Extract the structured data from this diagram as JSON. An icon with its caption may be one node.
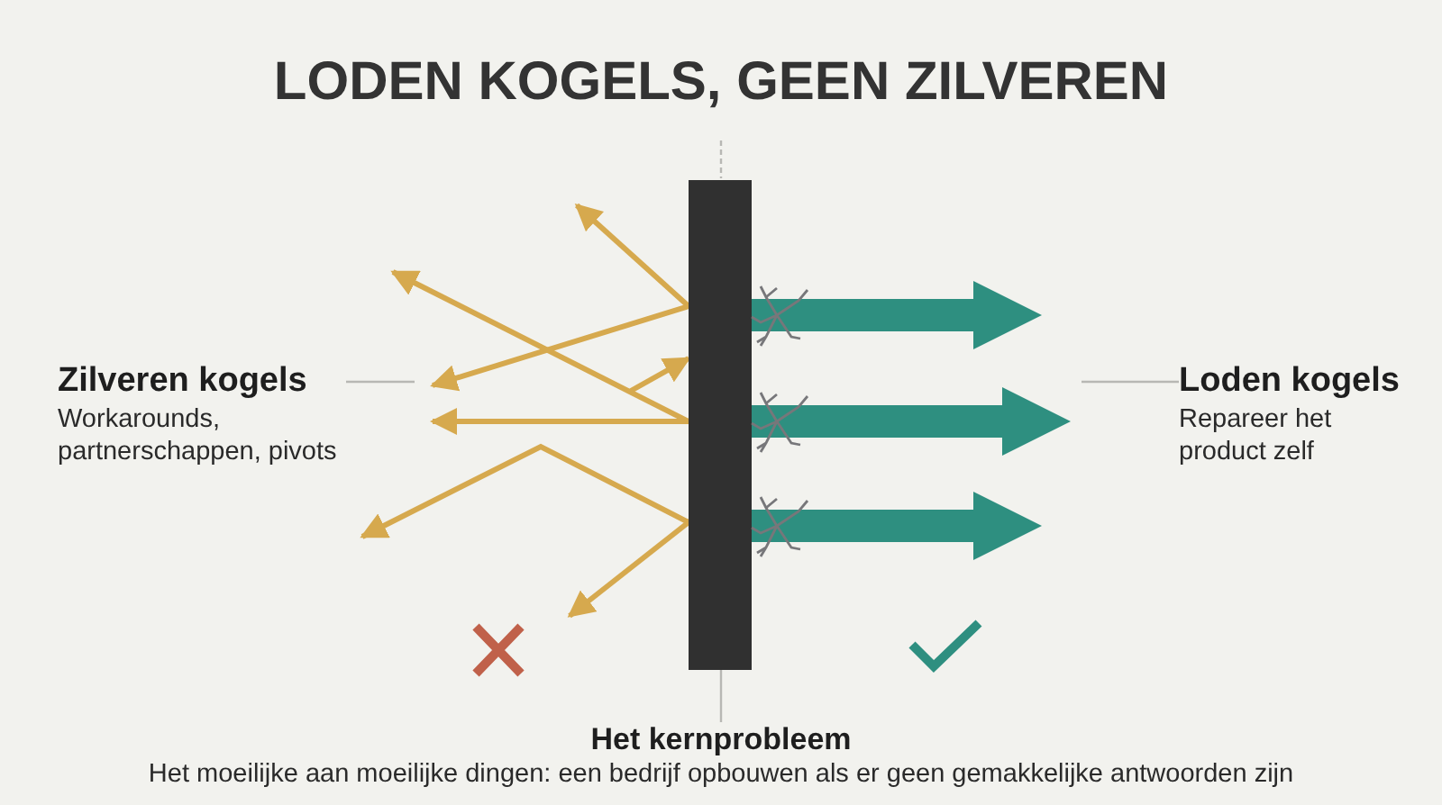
{
  "diagram": {
    "title": "LODEN KOGELS, GEEN ZILVEREN",
    "nodes": [
      {
        "text": [
          "Zilveren kogels",
          "Workarounds, partnerschappen, pivots"
        ]
      },
      {
        "text": [],
        "shape": "bar"
      },
      {
        "text": [
          "Loden kogels",
          "Repareer het product zelf"
        ]
      },
      {
        "text": [
          "Het kernprobleem",
          "Het moeilijke aan moeilijke dingen: een bedrijf opbouwen als er geen gemakkelijke antwoorden zijn"
        ]
      }
    ],
    "edges": [
      {
        "from": 0,
        "to": null,
        "arrow": "none",
        "color": "#b8b8b4"
      },
      {
        "from": 2,
        "to": null,
        "arrow": "none",
        "color": "#b8b8b4"
      },
      {
        "from": 3,
        "to": 1,
        "arrow": "none",
        "color": "#b8b8b4"
      },
      {
        "from": 1,
        "to": null,
        "arrow": "to"
      },
      {
        "from": 1,
        "to": null,
        "arrow": "to"
      },
      {
        "from": null,
        "to": 1,
        "arrow": "to"
      },
      {
        "from": 1,
        "to": null,
        "arrow": "to"
      },
      {
        "from": 1,
        "to": null,
        "arrow": "to"
      },
      {
        "from": 1,
        "to": null,
        "arrow": "to"
      },
      {
        "from": 1,
        "to": null,
        "arrow": "to"
      },
      {
        "from": 1,
        "to": null,
        "arrow": "to",
        "style": "thick",
        "color": "#2e8f80"
      },
      {
        "from": 1,
        "to": null,
        "arrow": "to",
        "style": "thick",
        "color": "#2e8f80"
      },
      {
        "from": 1,
        "to": null,
        "arrow": "to",
        "style": "thick",
        "color": "#2e8f80"
      }
    ]
  }
}
